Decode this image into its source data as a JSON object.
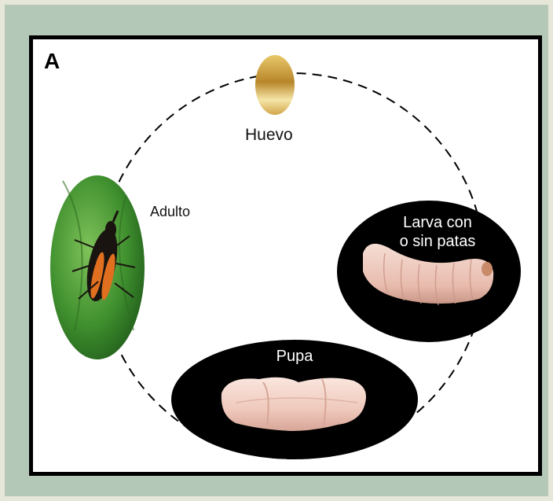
{
  "panel_letter": "A",
  "stages": {
    "egg": {
      "label": "Huevo"
    },
    "adult": {
      "label": "Adulto"
    },
    "larva": {
      "label_line1": "Larva con",
      "label_line2": "o sin patas"
    },
    "pupa": {
      "label": "Pupa"
    }
  },
  "colors": {
    "outer_bg": "#e6e6d9",
    "frame_bg": "#b4c8b8",
    "panel_bg": "#ffffff",
    "egg_gold": "#c9a035",
    "larva_pink": "#f1cfc4",
    "pupa_pink": "#f2d3c8",
    "leaf_green": "#3f8f2e"
  }
}
